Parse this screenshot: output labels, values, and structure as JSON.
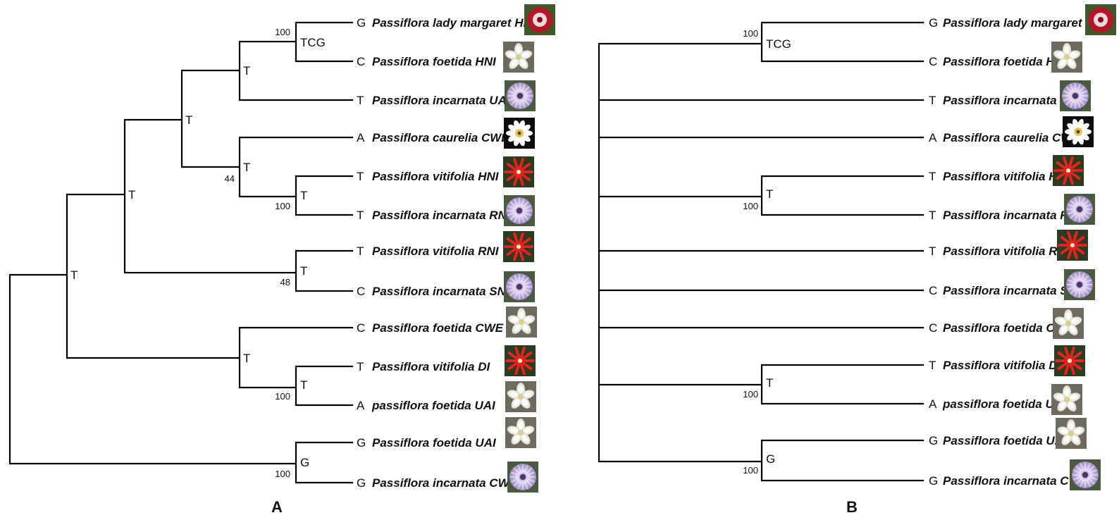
{
  "panels": [
    {
      "label": "A",
      "leaves": [
        {
          "state": "G",
          "name": "Passiflora lady margaret HNI",
          "icon": "red-passionflower-photo"
        },
        {
          "state": "C",
          "name": "Passiflora foetida HNI",
          "icon": "white-passionflower-photo"
        },
        {
          "state": "T",
          "name": "Passiflora incarnata UAI",
          "icon": "purple-passionflower-photo"
        },
        {
          "state": "A",
          "name": "Passiflora caurelia CWE",
          "icon": "white-caerulea-passionflower-photo"
        },
        {
          "state": "T",
          "name": "Passiflora vitifolia HNI",
          "icon": "scarlet-passionflower-photo"
        },
        {
          "state": "T",
          "name": "Passiflora incarnata RNI",
          "icon": "purple-passionflower-photo"
        },
        {
          "state": "T",
          "name": "Passiflora vitifolia RNI",
          "icon": "scarlet-passionflower-photo"
        },
        {
          "state": "C",
          "name": "Passiflora incarnata SNI",
          "icon": "purple-passionflower-photo"
        },
        {
          "state": "C",
          "name": "Passiflora foetida CWE",
          "icon": "white-passionflower-photo"
        },
        {
          "state": "T",
          "name": "Passiflora vitifolia DI",
          "icon": "scarlet-passionflower-photo"
        },
        {
          "state": "A",
          "name": "passiflora foetida UAI",
          "icon": "white-passionflower-photo"
        },
        {
          "state": "G",
          "name": "Passiflora foetida UAI",
          "icon": "white-passionflower-photo"
        },
        {
          "state": "G",
          "name": "Passiflora incarnata CWE",
          "icon": "purple-passionflower-photo"
        }
      ],
      "nodes": [
        {
          "state": "TCG",
          "support": "100"
        },
        {
          "state": "T",
          "support": ""
        },
        {
          "state": "T",
          "support": ""
        },
        {
          "state": "T",
          "support": "44"
        },
        {
          "state": "T",
          "support": "100"
        },
        {
          "state": "T",
          "support": ""
        },
        {
          "state": "T",
          "support": "48"
        },
        {
          "state": "T",
          "support": ""
        },
        {
          "state": "T",
          "support": ""
        },
        {
          "state": "T",
          "support": "100"
        },
        {
          "state": "G",
          "support": "100"
        }
      ]
    },
    {
      "label": "B",
      "leaves": [
        {
          "state": "G",
          "name": "Passiflora lady margaret HNI",
          "icon": "red-passionflower-photo"
        },
        {
          "state": "C",
          "name": "Passiflora foetida HNI",
          "icon": "white-passionflower-photo"
        },
        {
          "state": "T",
          "name": "Passiflora incarnata UAI",
          "icon": "purple-passionflower-photo"
        },
        {
          "state": "A",
          "name": "Passiflora caurelia CWE",
          "icon": "white-caerulea-passionflower-photo"
        },
        {
          "state": "T",
          "name": "Passiflora vitifolia HNI",
          "icon": "scarlet-passionflower-photo"
        },
        {
          "state": "T",
          "name": "Passiflora incarnata RNI",
          "icon": "purple-passionflower-photo"
        },
        {
          "state": "T",
          "name": "Passiflora vitifolia RNI",
          "icon": "scarlet-passionflower-photo"
        },
        {
          "state": "C",
          "name": "Passiflora incarnata SNI",
          "icon": "purple-passionflower-photo"
        },
        {
          "state": "C",
          "name": "Passiflora foetida CWE",
          "icon": "white-passionflower-photo"
        },
        {
          "state": "T",
          "name": "Passiflora vitifolia DI",
          "icon": "scarlet-passionflower-photo"
        },
        {
          "state": "A",
          "name": "passiflora foetida UAI",
          "icon": "white-passionflower-photo"
        },
        {
          "state": "G",
          "name": "Passiflora foetida UAI",
          "icon": "white-passionflower-photo"
        },
        {
          "state": "G",
          "name": "Passiflora incarnata CWE",
          "icon": "purple-passionflower-photo"
        }
      ],
      "nodes": [
        {
          "state": "TCG",
          "support": "100"
        },
        {
          "state": "T",
          "support": "100"
        },
        {
          "state": "T",
          "support": "100"
        },
        {
          "state": "G",
          "support": "100"
        }
      ]
    }
  ],
  "colors": {
    "branch": "#000000",
    "red_flower": "#b3162a",
    "scarlet_flower": "#e3231c",
    "white_flower": "#f2f2ee",
    "purple_flower": "#b9a6d6",
    "foliage": "#3c5a2a"
  }
}
